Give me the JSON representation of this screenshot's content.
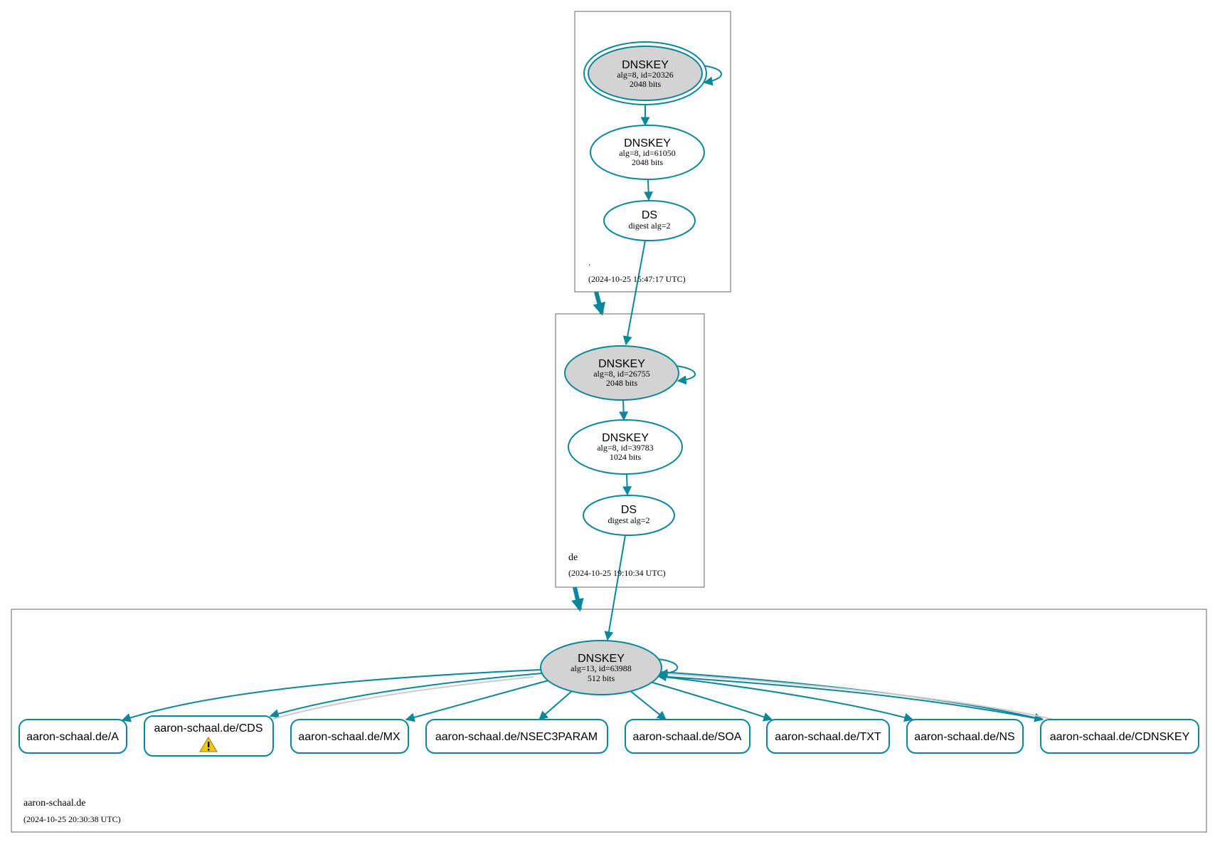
{
  "colors": {
    "edge": "#0a879a",
    "secure_entry_fill": "#d3d3d3",
    "inactive_edge": "#cccccc",
    "warning": "#f5c518"
  },
  "zones": {
    "root": {
      "name": ".",
      "timestamp": "(2024-10-25 15:47:17 UTC)",
      "ksk": {
        "title": "DNSKEY",
        "line1": "alg=8, id=20326",
        "line2": "2048 bits"
      },
      "zsk": {
        "title": "DNSKEY",
        "line1": "alg=8, id=61050",
        "line2": "2048 bits"
      },
      "ds": {
        "title": "DS",
        "line1": "digest alg=2"
      }
    },
    "de": {
      "name": "de",
      "timestamp": "(2024-10-25 19:10:34 UTC)",
      "ksk": {
        "title": "DNSKEY",
        "line1": "alg=8, id=26755",
        "line2": "2048 bits"
      },
      "zsk": {
        "title": "DNSKEY",
        "line1": "alg=8, id=39783",
        "line2": "1024 bits"
      },
      "ds": {
        "title": "DS",
        "line1": "digest alg=2"
      }
    },
    "domain": {
      "name": "aaron-schaal.de",
      "timestamp": "(2024-10-25 20:30:38 UTC)",
      "key": {
        "title": "DNSKEY",
        "line1": "alg=13, id=63988",
        "line2": "512 bits"
      },
      "rrsets": [
        {
          "label": "aaron-schaal.de/A"
        },
        {
          "label": "aaron-schaal.de/CDS",
          "warning_icon": "warning-triangle-icon"
        },
        {
          "label": "aaron-schaal.de/MX"
        },
        {
          "label": "aaron-schaal.de/NSEC3PARAM"
        },
        {
          "label": "aaron-schaal.de/SOA"
        },
        {
          "label": "aaron-schaal.de/TXT"
        },
        {
          "label": "aaron-schaal.de/NS"
        },
        {
          "label": "aaron-schaal.de/CDNSKEY"
        }
      ]
    }
  }
}
